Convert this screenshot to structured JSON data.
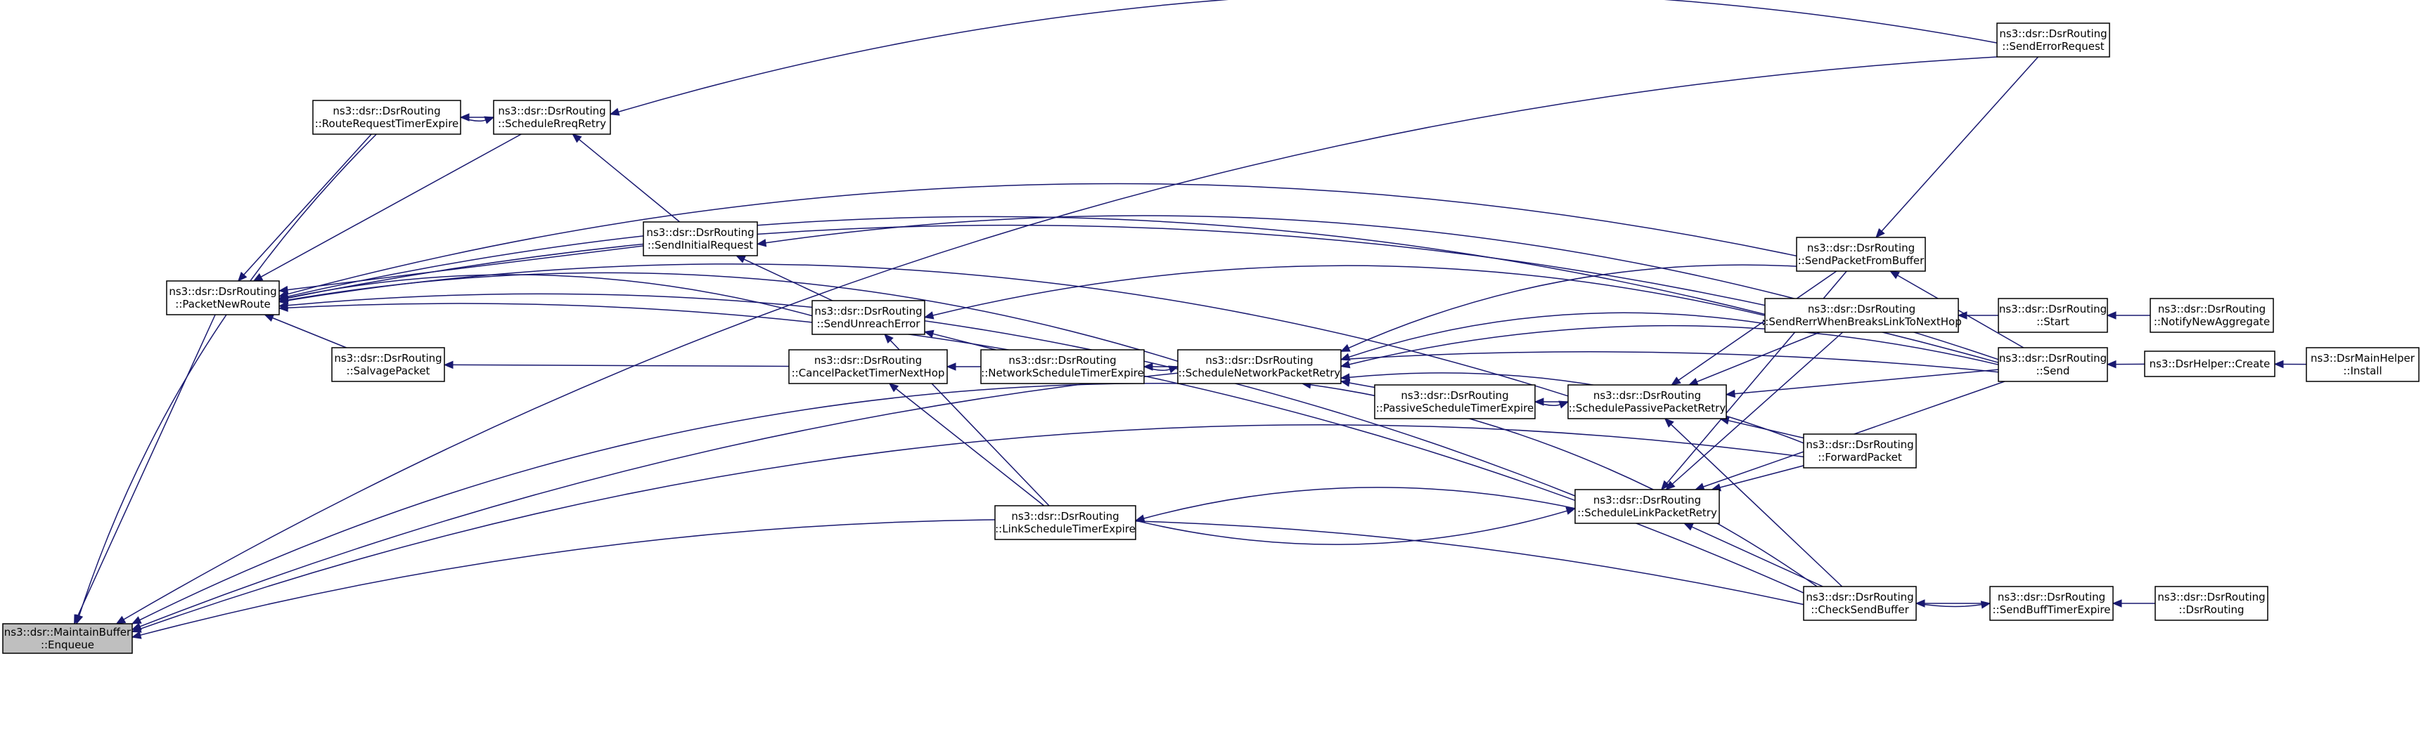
{
  "nodes": [
    {
      "id": "enqueue",
      "lines": [
        "ns3::dsr::MaintainBuffer",
        "::Enqueue"
      ],
      "highlight": true
    },
    {
      "id": "packetnewroute",
      "lines": [
        "ns3::dsr::DsrRouting",
        "::PacketNewRoute"
      ]
    },
    {
      "id": "routerequesttimer",
      "lines": [
        "ns3::dsr::DsrRouting",
        "::RouteRequestTimerExpire"
      ]
    },
    {
      "id": "salvage",
      "lines": [
        "ns3::dsr::DsrRouting",
        "::SalvagePacket"
      ]
    },
    {
      "id": "schedulerreq",
      "lines": [
        "ns3::dsr::DsrRouting",
        "::ScheduleRreqRetry"
      ]
    },
    {
      "id": "sendinitial",
      "lines": [
        "ns3::dsr::DsrRouting",
        "::SendInitialRequest"
      ]
    },
    {
      "id": "sendunreach",
      "lines": [
        "ns3::dsr::DsrRouting",
        "::SendUnreachError"
      ]
    },
    {
      "id": "cancelpacket",
      "lines": [
        "ns3::dsr::DsrRouting",
        "::CancelPacketTimerNextHop"
      ]
    },
    {
      "id": "networkschedule",
      "lines": [
        "ns3::dsr::DsrRouting",
        "::NetworkScheduleTimerExpire"
      ]
    },
    {
      "id": "linkschedule",
      "lines": [
        "ns3::dsr::DsrRouting",
        "::LinkScheduleTimerExpire"
      ]
    },
    {
      "id": "schednetretry",
      "lines": [
        "ns3::dsr::DsrRouting",
        "::ScheduleNetworkPacketRetry"
      ]
    },
    {
      "id": "passiveschedule",
      "lines": [
        "ns3::dsr::DsrRouting",
        "::PassiveScheduleTimerExpire"
      ]
    },
    {
      "id": "schedpassiveretry",
      "lines": [
        "ns3::dsr::DsrRouting",
        "::SchedulePassivePacketRetry"
      ]
    },
    {
      "id": "schedlinkretry",
      "lines": [
        "ns3::dsr::DsrRouting",
        "::ScheduleLinkPacketRetry"
      ]
    },
    {
      "id": "sendpacketfrombuffer",
      "lines": [
        "ns3::dsr::DsrRouting",
        "::SendPacketFromBuffer"
      ]
    },
    {
      "id": "senderrwhenbreaks",
      "lines": [
        "ns3::dsr::DsrRouting",
        "::SendRerrWhenBreaksLinkToNextHop"
      ]
    },
    {
      "id": "forwardpacket",
      "lines": [
        "ns3::dsr::DsrRouting",
        "::ForwardPacket"
      ]
    },
    {
      "id": "checksendbuffer",
      "lines": [
        "ns3::dsr::DsrRouting",
        "::CheckSendBuffer"
      ]
    },
    {
      "id": "senderrorrequest",
      "lines": [
        "ns3::dsr::DsrRouting",
        "::SendErrorRequest"
      ]
    },
    {
      "id": "start",
      "lines": [
        "ns3::dsr::DsrRouting",
        "::Start"
      ]
    },
    {
      "id": "send",
      "lines": [
        "ns3::dsr::DsrRouting",
        "::Send"
      ]
    },
    {
      "id": "sendbufftimer",
      "lines": [
        "ns3::dsr::DsrRouting",
        "::SendBuffTimerExpire"
      ]
    },
    {
      "id": "notifynewaggregate",
      "lines": [
        "ns3::dsr::DsrRouting",
        "::NotifyNewAggregate"
      ]
    },
    {
      "id": "dsrhelpercreate",
      "lines": [
        "ns3::DsrHelper::Create"
      ]
    },
    {
      "id": "dsrrouting",
      "lines": [
        "ns3::dsr::DsrRouting",
        "::DsrRouting"
      ]
    },
    {
      "id": "dsrmainhelper",
      "lines": [
        "ns3::DsrMainHelper",
        "::Install"
      ]
    }
  ],
  "edges": [
    {
      "from": "packetnewroute",
      "to": "enqueue"
    },
    {
      "from": "routerequesttimer",
      "to": "enqueue"
    },
    {
      "from": "senderrorrequest",
      "to": "enqueue"
    },
    {
      "from": "schednetretry",
      "to": "enqueue"
    },
    {
      "from": "forwardpacket",
      "to": "enqueue"
    },
    {
      "from": "checksendbuffer",
      "to": "enqueue"
    },
    {
      "from": "send",
      "to": "enqueue"
    },
    {
      "from": "routerequesttimer",
      "to": "packetnewroute"
    },
    {
      "from": "schedulerreq",
      "to": "packetnewroute"
    },
    {
      "from": "sendinitial",
      "to": "packetnewroute"
    },
    {
      "from": "sendunreach",
      "to": "packetnewroute"
    },
    {
      "from": "salvage",
      "to": "packetnewroute"
    },
    {
      "from": "schednetretry",
      "to": "packetnewroute"
    },
    {
      "from": "schedpassiveretry",
      "to": "packetnewroute"
    },
    {
      "from": "schedlinkretry",
      "to": "packetnewroute"
    },
    {
      "from": "sendpacketfrombuffer",
      "to": "packetnewroute"
    },
    {
      "from": "senderrwhenbreaks",
      "to": "packetnewroute"
    },
    {
      "from": "checksendbuffer",
      "to": "packetnewroute"
    },
    {
      "from": "send",
      "to": "packetnewroute"
    },
    {
      "from": "schedulerreq",
      "to": "routerequesttimer"
    },
    {
      "from": "routerequesttimer",
      "to": "schedulerreq"
    },
    {
      "from": "sendinitial",
      "to": "schedulerreq"
    },
    {
      "from": "senderrorrequest",
      "to": "schedulerreq"
    },
    {
      "from": "sendunreach",
      "to": "sendinitial"
    },
    {
      "from": "send",
      "to": "sendinitial"
    },
    {
      "from": "cancelpacket",
      "to": "salvage"
    },
    {
      "from": "networkschedule",
      "to": "sendunreach"
    },
    {
      "from": "linkschedule",
      "to": "sendunreach"
    },
    {
      "from": "senderrwhenbreaks",
      "to": "sendunreach"
    },
    {
      "from": "networkschedule",
      "to": "cancelpacket"
    },
    {
      "from": "linkschedule",
      "to": "cancelpacket"
    },
    {
      "from": "schednetretry",
      "to": "networkschedule"
    },
    {
      "from": "networkschedule",
      "to": "schednetretry"
    },
    {
      "from": "schedlinkretry",
      "to": "linkschedule"
    },
    {
      "from": "linkschedule",
      "to": "schedlinkretry"
    },
    {
      "from": "sendpacketfrombuffer",
      "to": "schednetretry"
    },
    {
      "from": "senderrwhenbreaks",
      "to": "schednetretry"
    },
    {
      "from": "send",
      "to": "schednetretry"
    },
    {
      "from": "passiveschedule",
      "to": "schednetretry"
    },
    {
      "from": "forwardpacket",
      "to": "schednetretry"
    },
    {
      "from": "checksendbuffer",
      "to": "schednetretry"
    },
    {
      "from": "schedpassiveretry",
      "to": "passiveschedule"
    },
    {
      "from": "passiveschedule",
      "to": "schedpassiveretry"
    },
    {
      "from": "sendpacketfrombuffer",
      "to": "schedpassiveretry"
    },
    {
      "from": "senderrwhenbreaks",
      "to": "schedpassiveretry"
    },
    {
      "from": "send",
      "to": "schedpassiveretry"
    },
    {
      "from": "forwardpacket",
      "to": "schedpassiveretry"
    },
    {
      "from": "checksendbuffer",
      "to": "schedpassiveretry"
    },
    {
      "from": "sendpacketfrombuffer",
      "to": "schedlinkretry"
    },
    {
      "from": "senderrwhenbreaks",
      "to": "schedlinkretry"
    },
    {
      "from": "send",
      "to": "schedlinkretry"
    },
    {
      "from": "forwardpacket",
      "to": "schedlinkretry"
    },
    {
      "from": "checksendbuffer",
      "to": "schedlinkretry"
    },
    {
      "from": "senderrorrequest",
      "to": "sendpacketfrombuffer"
    },
    {
      "from": "send",
      "to": "sendpacketfrombuffer"
    },
    {
      "from": "start",
      "to": "senderrwhenbreaks"
    },
    {
      "from": "notifynewaggregate",
      "to": "start"
    },
    {
      "from": "dsrhelpercreate",
      "to": "send"
    },
    {
      "from": "dsrmainhelper",
      "to": "dsrhelpercreate"
    },
    {
      "from": "sendbufftimer",
      "to": "checksendbuffer"
    },
    {
      "from": "checksendbuffer",
      "to": "sendbufftimer"
    },
    {
      "from": "dsrrouting",
      "to": "sendbufftimer"
    }
  ]
}
